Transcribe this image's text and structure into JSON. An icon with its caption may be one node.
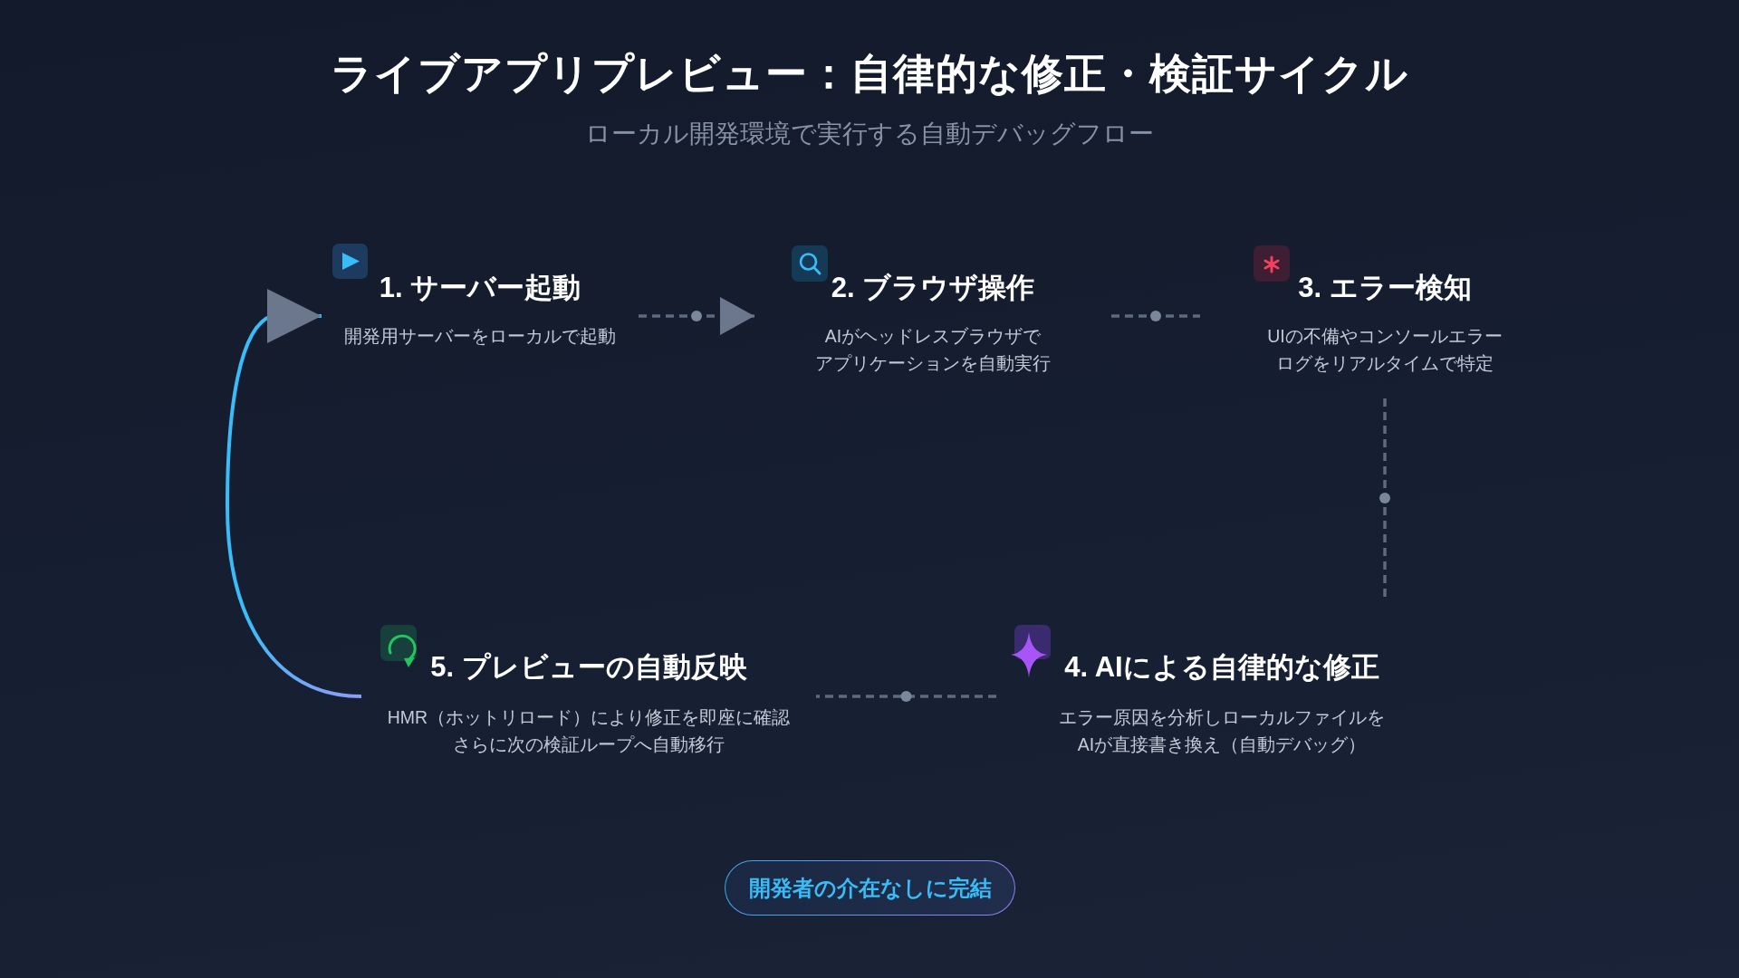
{
  "diagram": {
    "title": "ライブアプリプレビュー：自律的な修正・検証サイクル",
    "nodes": [
      {
        "text": [
          "1. サーバー起動",
          "開発用サーバーをローカルで起動"
        ]
      },
      {
        "text": [
          "2. ブラウザ操作",
          "AIがヘッドレスブラウザでアプリケーションを自動実行"
        ]
      },
      {
        "text": [
          "3. エラー検知",
          "UIの不備やコンソールエラーログをリアルタイムで特定"
        ]
      },
      {
        "text": [
          "4. AIによる自律的な修正",
          "エラー原因を分析しローカルファイルをAIが直接書き換え（自動デバッグ）"
        ]
      },
      {
        "text": [
          "5. プレビューの自動反映",
          "HMR（ホットリロード）により修正を即座に確認さらに次の検証ループへ自動移行"
        ]
      },
      {
        "text": [
          "開発者の介在なしに完結"
        ]
      }
    ],
    "edges": [
      {
        "from": 0,
        "to": 1,
        "arrow": "to",
        "style": "dashed"
      },
      {
        "from": 1,
        "to": 2,
        "arrow": "none",
        "style": "dashed"
      },
      {
        "from": 2,
        "to": 3,
        "arrow": "none",
        "style": "dashed"
      },
      {
        "from": 3,
        "to": 4,
        "arrow": "none",
        "style": "dashed"
      },
      {
        "from": 4,
        "to": 0,
        "arrow": "to",
        "color": "#38bdf8"
      }
    ],
    "labels": [
      "ローカル開発環境で実行する自動デバッグフロー"
    ]
  }
}
